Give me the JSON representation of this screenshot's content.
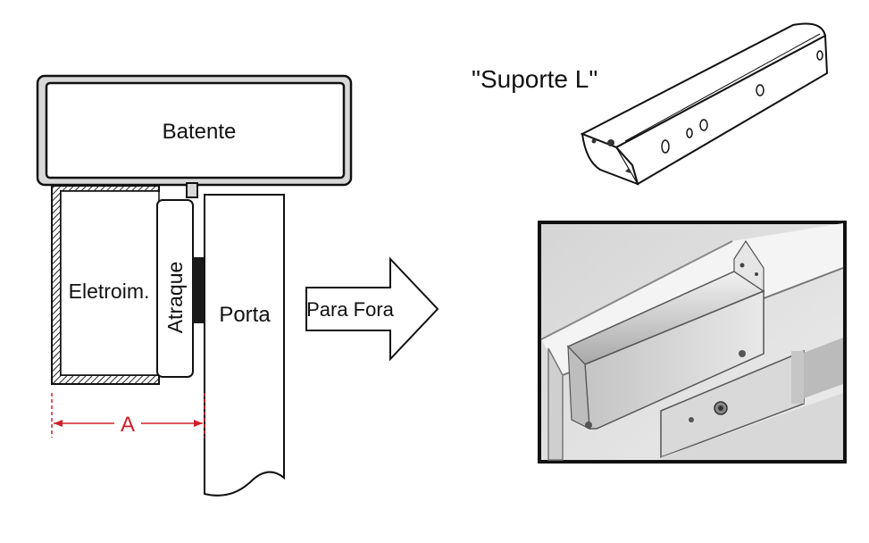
{
  "labels": {
    "frame": "Batente",
    "electromagnet": "Eletroim.",
    "strike_plate": "Atraque",
    "door": "Porta",
    "direction_arrow": "Para Fora",
    "dimension": "A",
    "bracket_title": "\"Suporte L\""
  },
  "colors": {
    "outline": "#111111",
    "frame_fill": "#d8d8d8",
    "hatch": "#222222",
    "dimension": "#d0202a",
    "photo_bg": "#e9e9e9",
    "metal_light": "#dcdcdc",
    "metal_dark": "#9a9a9a"
  }
}
